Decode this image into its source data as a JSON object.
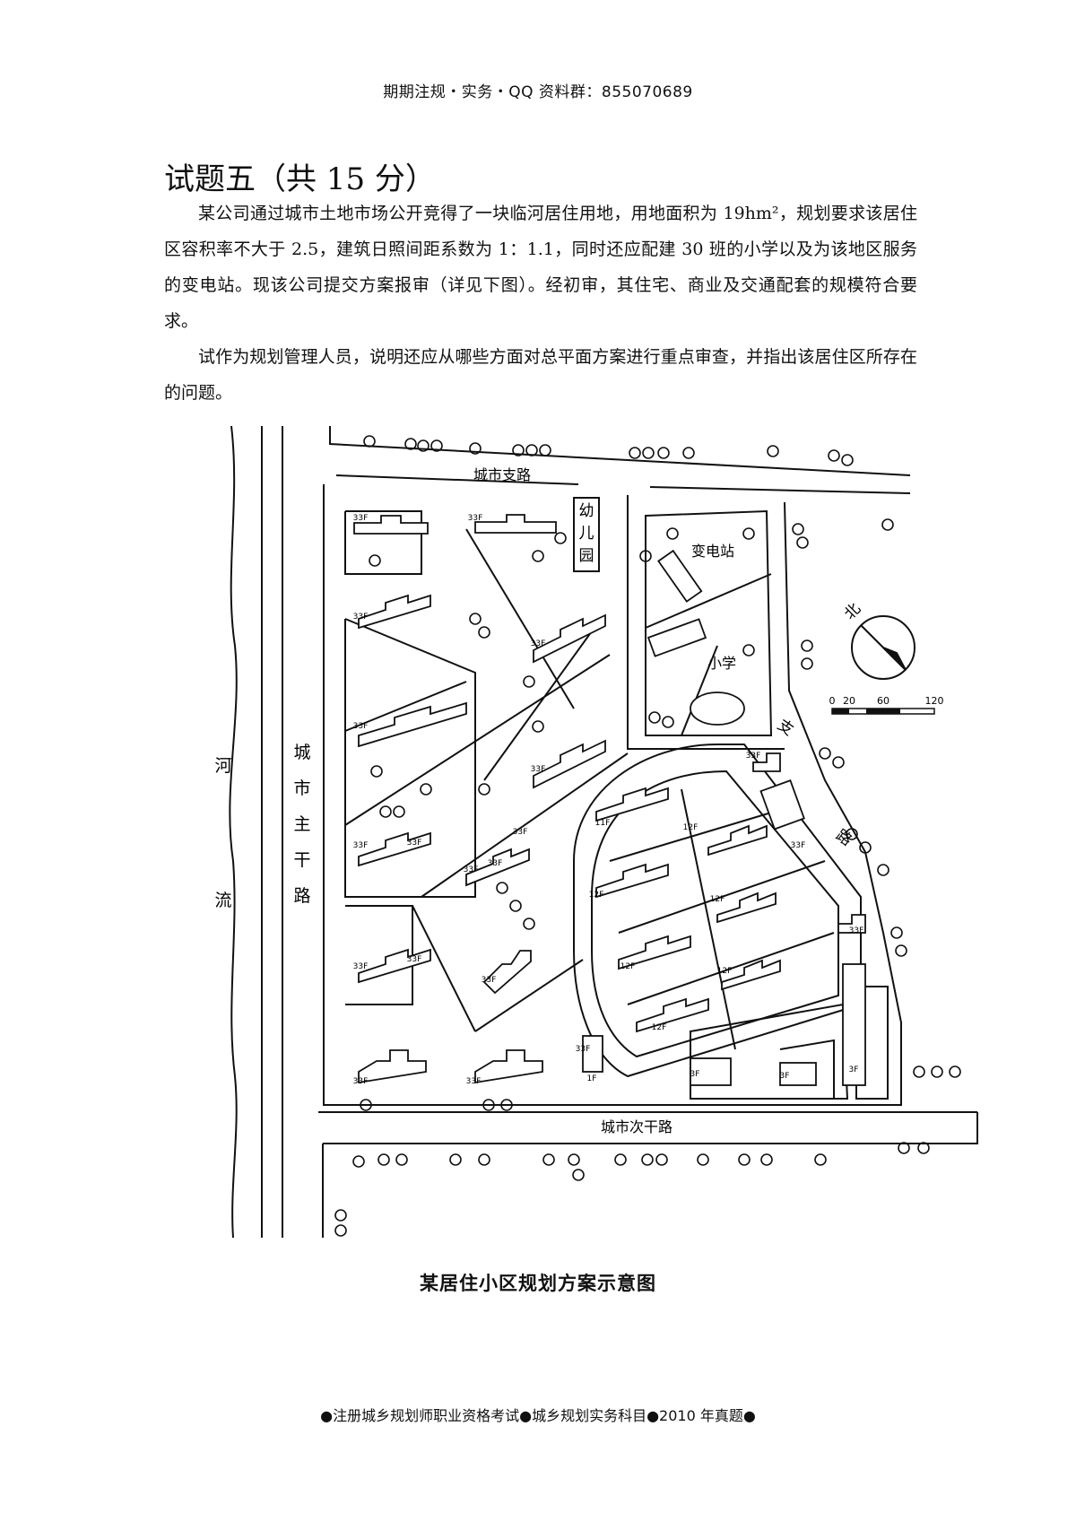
{
  "header": "期期注规・实务・QQ 资料群：855070689",
  "question": {
    "title": "试题五（共 15 分）",
    "paragraphs": [
      "某公司通过城市土地市场公开竞得了一块临河居住用地，用地面积为 19hm²，规划要求该居住区容积率不大于 2.5，建筑日照间距系数为 1：1.1，同时还应配建 30 班的小学以及为该地区服务的变电站。现该公司提交方案报审（详见下图）。经初审，其住宅、商业及交通配套的规模符合要求。",
      "试作为规划管理人员，说明还应从哪些方面对总平面方案进行重点审查，并指出该居住区所存在的问题。"
    ]
  },
  "plan": {
    "river": [
      "河",
      "流"
    ],
    "main_road": [
      "城",
      "市",
      "主",
      "干",
      "路"
    ],
    "branch_road_top": "城市支路",
    "secondary_road": "城市次干路",
    "branch_road_right": [
      "支",
      "路"
    ],
    "kindergarten": [
      "幼",
      "儿",
      "园"
    ],
    "substation": "变电站",
    "school": "小学",
    "north": "北",
    "scale_labels": [
      "0",
      "20",
      "60",
      "120"
    ],
    "floor_labels": {
      "f33": "33F",
      "f12": "12F",
      "f11": "11F",
      "f3": "3F",
      "f1": "1F"
    }
  },
  "caption": "某居住小区规划方案示意图",
  "footer": "●注册城乡规划师职业资格考试●城乡规划实务科目●2010 年真题●"
}
